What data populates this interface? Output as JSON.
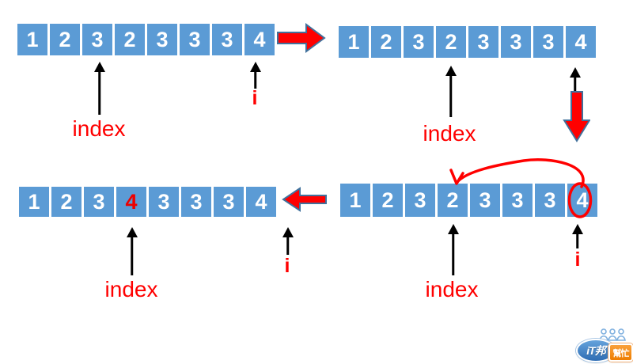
{
  "labels": {
    "index": "index",
    "i": "i"
  },
  "panels": {
    "top_left": {
      "values": [
        "1",
        "2",
        "3",
        "2",
        "3",
        "3",
        "3",
        "4"
      ],
      "index_pointer_cell": 2,
      "i_pointer_cell": 7
    },
    "top_right": {
      "values": [
        "1",
        "2",
        "3",
        "2",
        "3",
        "3",
        "3",
        "4"
      ],
      "index_pointer_cell": 3,
      "i_pointer_cell": 7
    },
    "bottom_left": {
      "values": [
        "1",
        "2",
        "3",
        "4",
        "3",
        "3",
        "3",
        "4"
      ],
      "highlighted_cell": 3,
      "index_pointer_cell": 3,
      "i_pointer_cell": 8
    },
    "bottom_right": {
      "values": [
        "1",
        "2",
        "3",
        "2",
        "3",
        "3",
        "3",
        "4"
      ],
      "circled_cell": 7,
      "index_pointer_cell": 3,
      "i_pointer_cell": 7
    }
  },
  "colors": {
    "cell_blue": "#5B9BD5",
    "cell_number_white": "#FFFFFF",
    "highlight_red": "#ED0000",
    "label_red": "#FF0000",
    "block_arrow_fill": "#FF0000",
    "block_arrow_outline": "#41719C",
    "pointer_black": "#000000",
    "logo_blue": "#3879C5",
    "logo_orange": "#F08300"
  },
  "logo": {
    "brand": "iT邦",
    "suffix": "幫忙"
  }
}
